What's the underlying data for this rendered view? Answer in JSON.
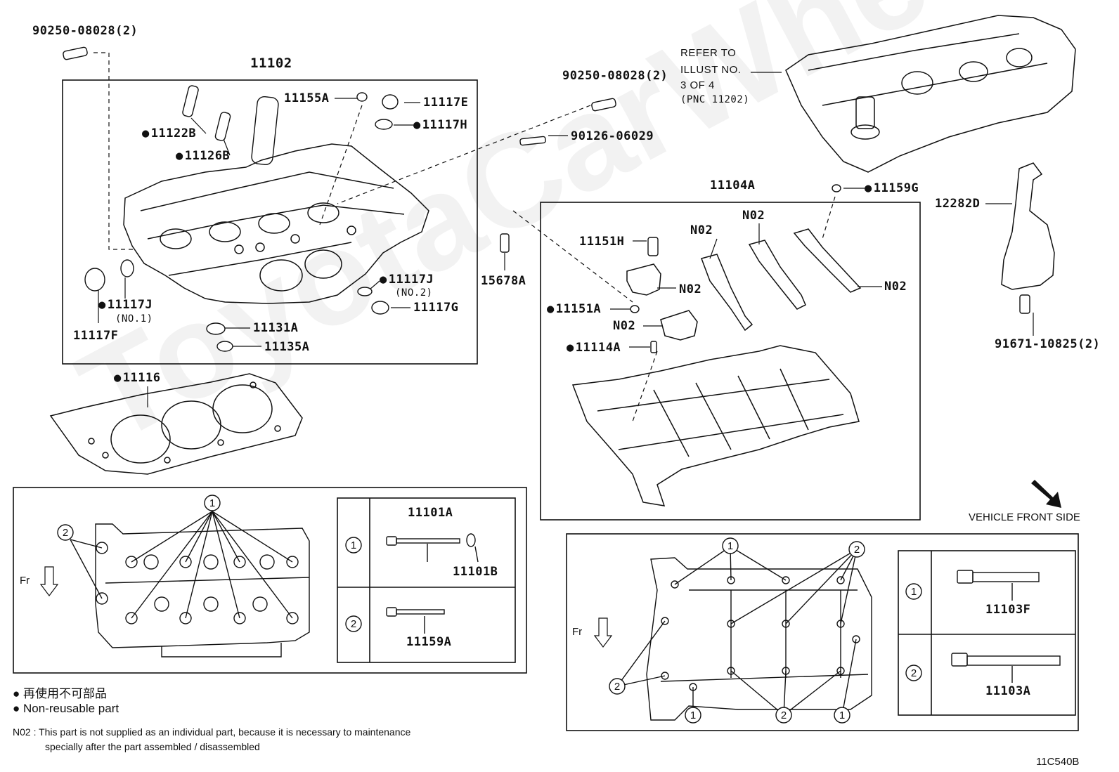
{
  "labels": {
    "p90250_top": "90250-08028(2)",
    "p11102": "11102",
    "p11155A": "11155A",
    "p11117E": "11117E",
    "p11117H": "11117H",
    "p11122B": "11122B",
    "p11126B": "11126B",
    "p90250_mid": "90250-08028(2)",
    "p90126": "90126-06029",
    "p11117J_no1": "11117J",
    "no1": "(NO.1)",
    "p11117F": "11117F",
    "p11117J_no2": "11117J",
    "no2": "(NO.2)",
    "p11117G": "11117G",
    "p11131A": "11131A",
    "p11135A": "11135A",
    "p11116": "11116",
    "p15678A": "15678A",
    "p11104A": "11104A",
    "p11159G": "11159G",
    "p11151H": "11151H",
    "p11151A": "11151A",
    "p11114A": "11114A",
    "n02_a": "N02",
    "n02_b": "N02",
    "n02_c": "N02",
    "n02_d": "N02",
    "n02_e": "N02",
    "p12282D": "12282D",
    "p91671": "91671-10825(2)",
    "refer1": "REFER TO",
    "refer2": "ILLUST NO.",
    "refer3": "3 OF 4",
    "refer4": "(PNC 11202)",
    "vehicle_front": "VEHICLE FRONT SIDE",
    "p11101A": "11101A",
    "p11101B": "11101B",
    "p11159A": "11159A",
    "p11103F": "11103F",
    "p11103A": "11103A",
    "fr1": "Fr",
    "fr2": "Fr",
    "legend_jp": "再使用不可部品",
    "legend_en": "Non-reusable part",
    "note_line1": "N02 : This part is not supplied as an individual part, because it is necessary to maintenance",
    "note_line2": "specially after the part assembled / disassembled",
    "code": "11C540B",
    "watermark": "ToyotaCarWheel"
  },
  "callouts": {
    "one": "1",
    "two": "2"
  }
}
